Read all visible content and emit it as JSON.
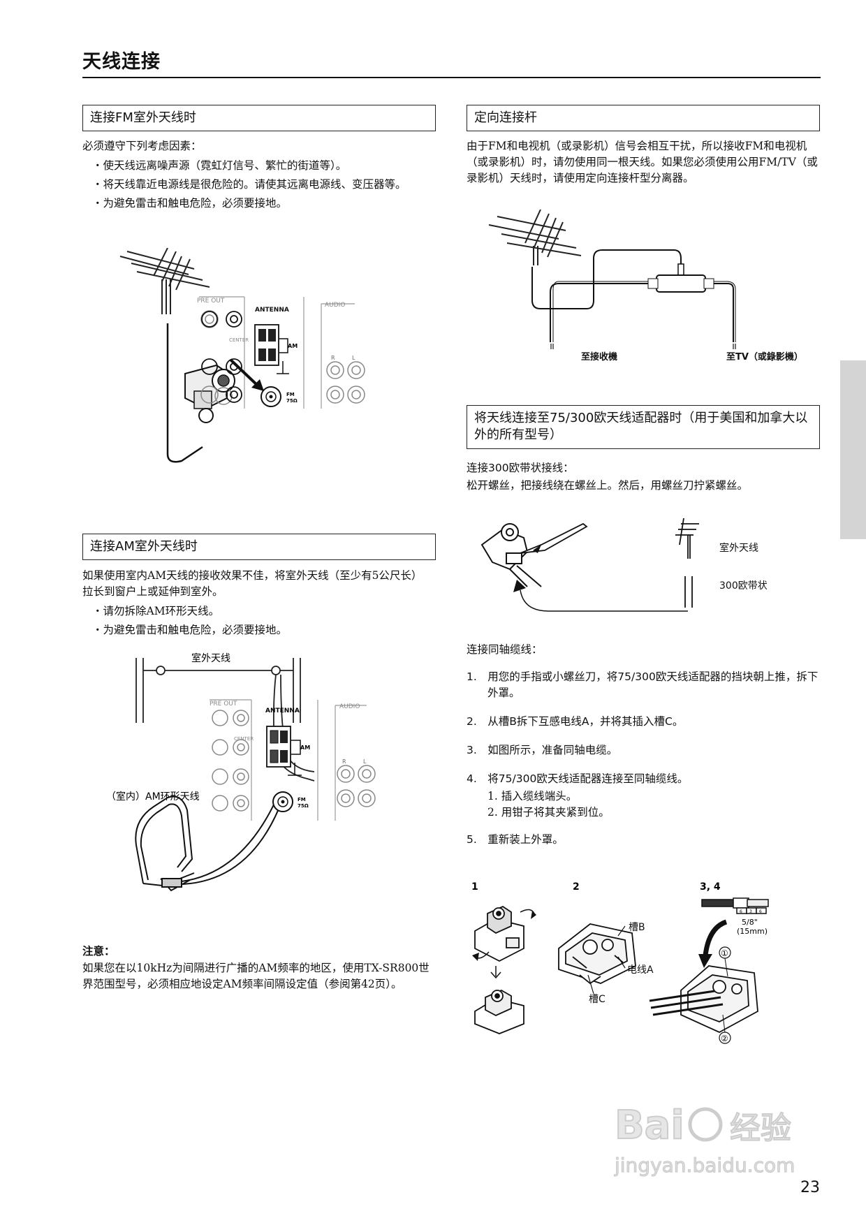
{
  "page": {
    "title": "天线连接",
    "page_number": "23"
  },
  "fm_outdoor": {
    "heading": "连接FM室外天线时",
    "intro": "必须遵守下列考虑因素：",
    "bullets": [
      "・使天线远离噪声源（霓虹灯信号、繁忙的街道等）。",
      "・将天线靠近电源线是很危险的。请使其远离电源线、变压器等。",
      "・为避免雷击和触电危险，必须要接地。"
    ],
    "figure": {
      "pre_out": "PRE OUT",
      "r": "R",
      "l": "L",
      "antenna": "ANTENNA",
      "audio": "AUDIO",
      "center": "CENTER",
      "am": "AM",
      "fm": "FM",
      "ohm": "75Ω"
    }
  },
  "am_outdoor": {
    "heading": "连接AM室外天线时",
    "intro": "如果使用室内AM天线的接收效果不佳，将室外天线（至少有5公尺长）拉长到窗户上或延伸到室外。",
    "bullets": [
      "・请勿拆除AM环形天线。",
      "・为避免雷击和触电危险，必须要接地。"
    ],
    "figure": {
      "outdoor_label": "室外天线",
      "loop_label": "（室内）AM环形天线",
      "pre_out": "PRE OUT",
      "antenna": "ANTENNA",
      "audio": "AUDIO",
      "center": "CENTER",
      "am": "AM",
      "fm": "FM",
      "ohm": "75Ω",
      "r": "R",
      "l": "L"
    }
  },
  "note": {
    "title": "注意：",
    "text": "如果您在以10kHz为间隔进行广播的AM频率的地区，使用TX-SR800世界范围型号，必须相应地设定AM频率间隔设定值（参阅第42页）。"
  },
  "splitter": {
    "heading": "定向连接杆",
    "text": "由于FM和电视机（或录影机）信号会相互干扰，所以接收FM和电视机（或录影机）时，请勿使用同一根天线。如果您必须使用公用FM/TV（或录影机）天线时，请使用定向连接杆型分离器。",
    "label_receiver": "至接收機",
    "label_tv": "至TV（或錄影機）"
  },
  "adapter": {
    "heading": "将天线连接至75/300欧天线适配器时（用于美国和加拿大以外的所有型号）",
    "ribbon_title": "连接300欧带状接线：",
    "ribbon_text": "松开螺丝，把接线绕在螺丝上。然后，用螺丝刀拧紧螺丝。",
    "label_outdoor": "室外天线",
    "label_ribbon": "300欧带状",
    "coax_title": "连接同轴缆线：",
    "steps": [
      "1.　用您的手指或小螺丝刀，将75/300欧天线适配器的挡块朝上推，拆下外罩。",
      "2.　从槽B拆下互感电线A，并将其插入槽C。",
      "3.　如图所示，准备同轴电缆。",
      "4.　将75/300欧天线适配器连接至同轴缆线。"
    ],
    "substeps": [
      "1. 插入缆线端头。",
      "2. 用钳子将其夹紧到位。"
    ],
    "step5": "5.　重新装上外罩。",
    "fig": {
      "n1": "1",
      "n2": "2",
      "n34": "3, 4",
      "slot_b": "槽B",
      "wire_a": "电线A",
      "slot_c": "槽C",
      "dim1": "5/8\"",
      "dim2": "(15mm)",
      "c1": "①",
      "c2": "②",
      "t6": "6",
      "t3": "3"
    }
  },
  "watermark": {
    "brand": "Baidu 经验",
    "url": "jingyan.baidu.com"
  }
}
